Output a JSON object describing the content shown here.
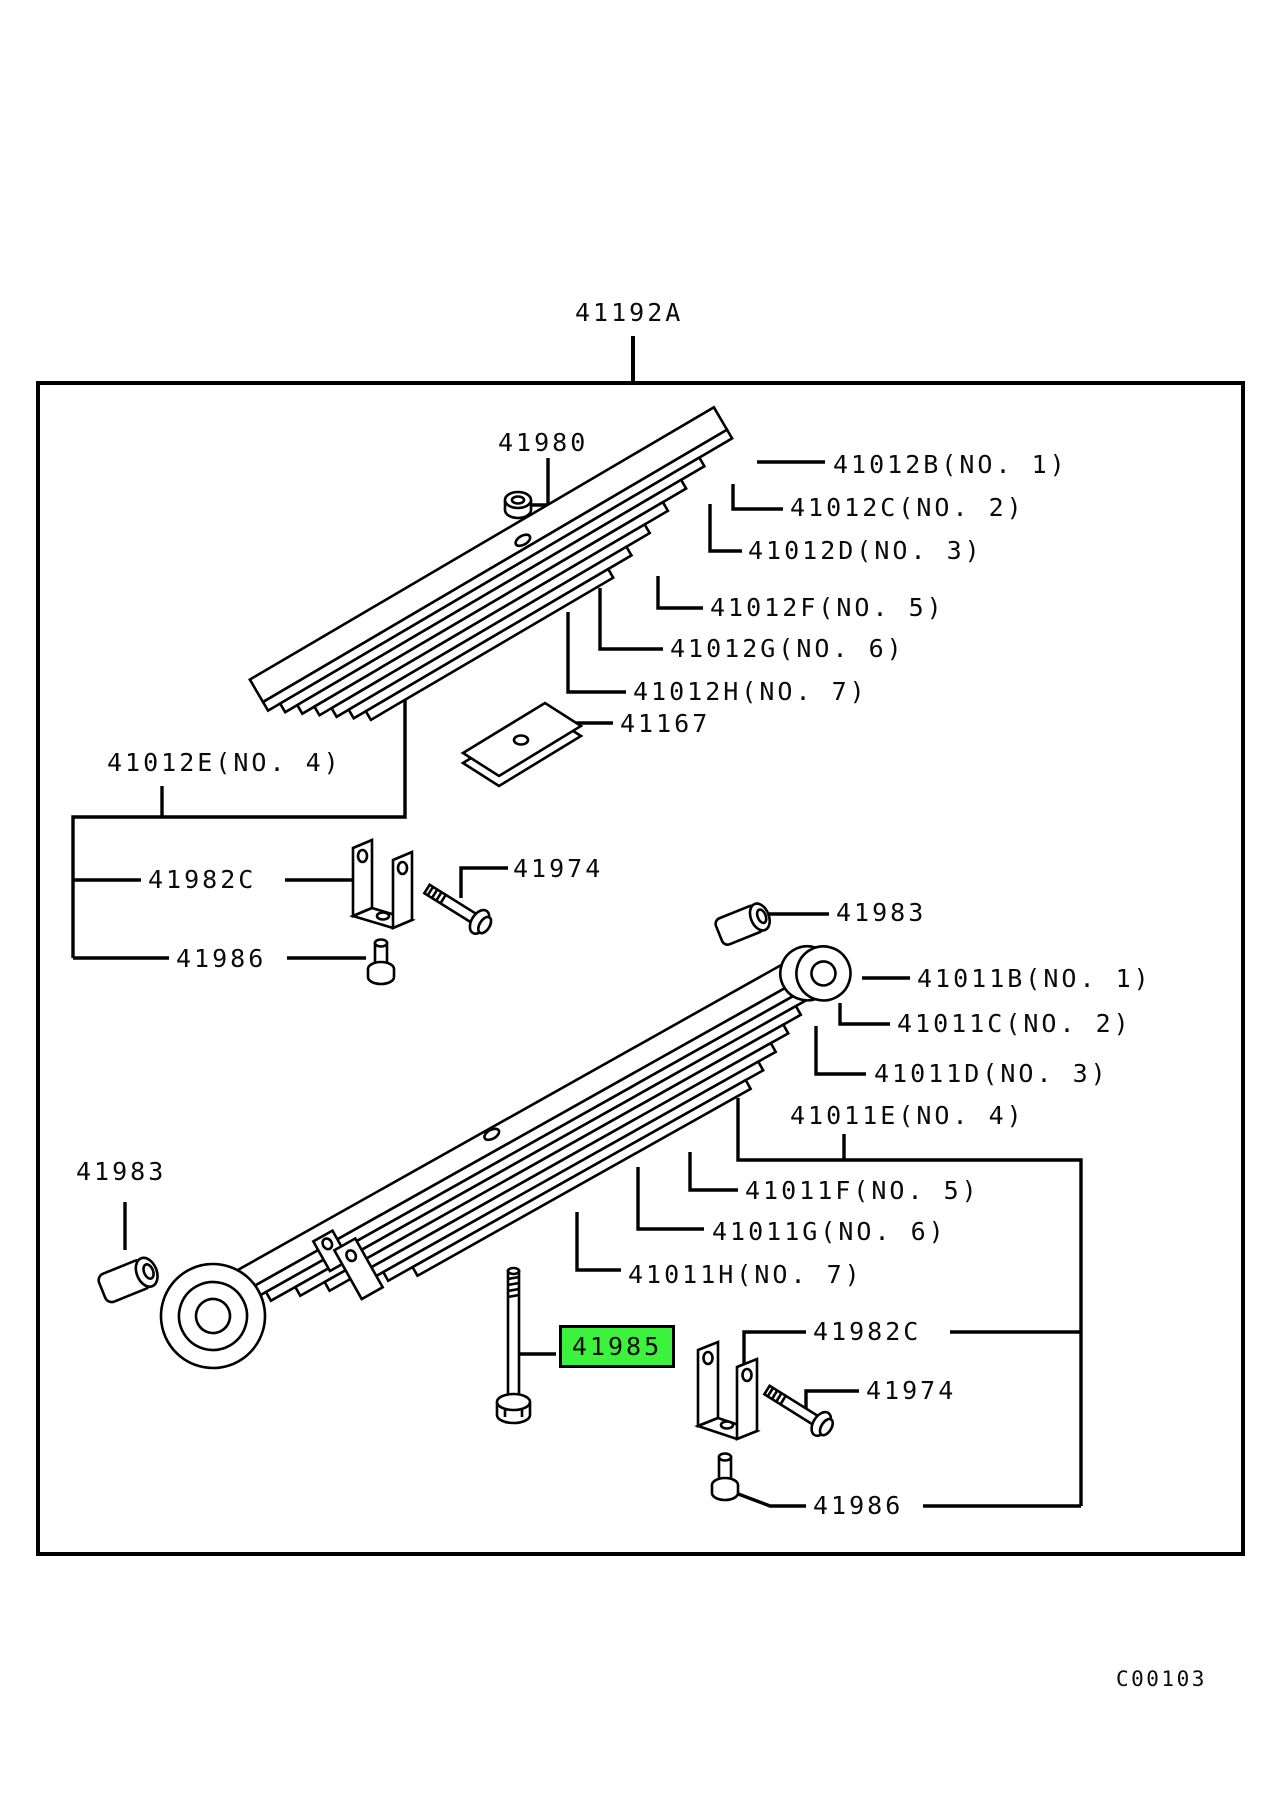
{
  "figure": {
    "title": "41192A",
    "drawing_code": "C00103"
  },
  "highlight": {
    "part_number": "41985",
    "color": "#3DF23D"
  },
  "labels": {
    "title": "41192A",
    "drawing_code": "C00103",
    "u_nut": "41980",
    "u_no1": "41012B(NO. 1)",
    "u_no2": "41012C(NO. 2)",
    "u_no3": "41012D(NO. 3)",
    "u_no4": "41012E(NO. 4)",
    "u_no5": "41012F(NO. 5)",
    "u_no6": "41012G(NO. 6)",
    "u_no7": "41012H(NO. 7)",
    "pad": "41167",
    "u_shackle": "41982C",
    "u_bolt": "41974",
    "u_rivet": "41986",
    "u_bushing": "41983",
    "l_no1": "41011B(NO. 1)",
    "l_no2": "41011C(NO. 2)",
    "l_no3": "41011D(NO. 3)",
    "l_no4": "41011E(NO. 4)",
    "l_no5": "41011F(NO. 5)",
    "l_no6": "41011G(NO. 6)",
    "l_no7": "41011H(NO. 7)",
    "l_bushing": "41983",
    "l_center_bolt": "41985",
    "l_shackle": "41982C",
    "l_bolt": "41974",
    "l_rivet": "41986"
  }
}
